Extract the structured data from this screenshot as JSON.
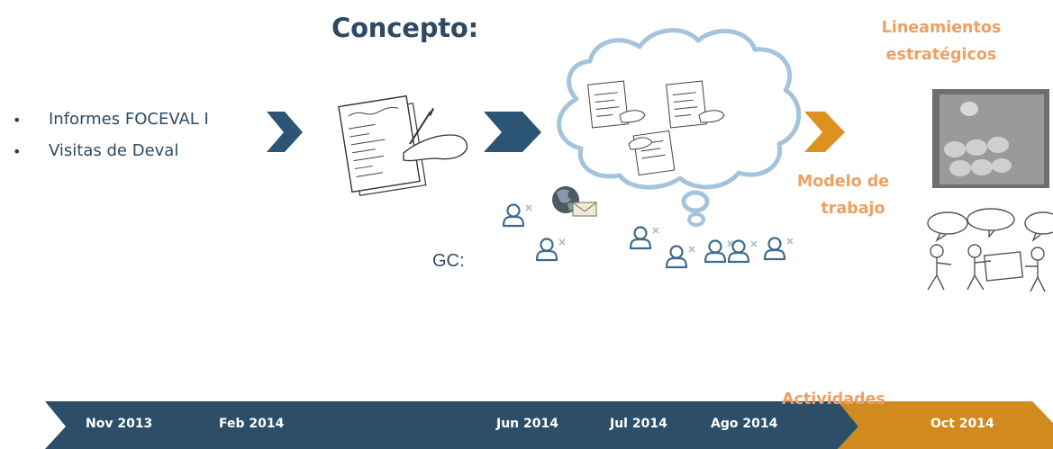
{
  "title": "Concepto:",
  "bullets": [
    "Informes FOCEVAL I",
    "Visitas de Deval"
  ],
  "gc_label": "GC:",
  "outcomes": {
    "line1": "Lineamientos",
    "line2": "estratégicos",
    "model1": "Modelo de",
    "model2": "trabajo",
    "activities": "Actividades"
  },
  "timeline": {
    "dates": [
      "Nov 2013",
      "Feb 2014",
      "Jun 2014",
      "Jul 2014",
      "Ago 2014"
    ],
    "final_date": "Oct 2014",
    "colors": {
      "blue": "#2c4e68",
      "orange": "#d08a1e"
    }
  },
  "colors": {
    "arrow_blue": "#2c5475",
    "arrow_orange": "#db9220",
    "cloud_stroke": "#a4c4dc",
    "person_stroke": "#3d6b8c"
  }
}
